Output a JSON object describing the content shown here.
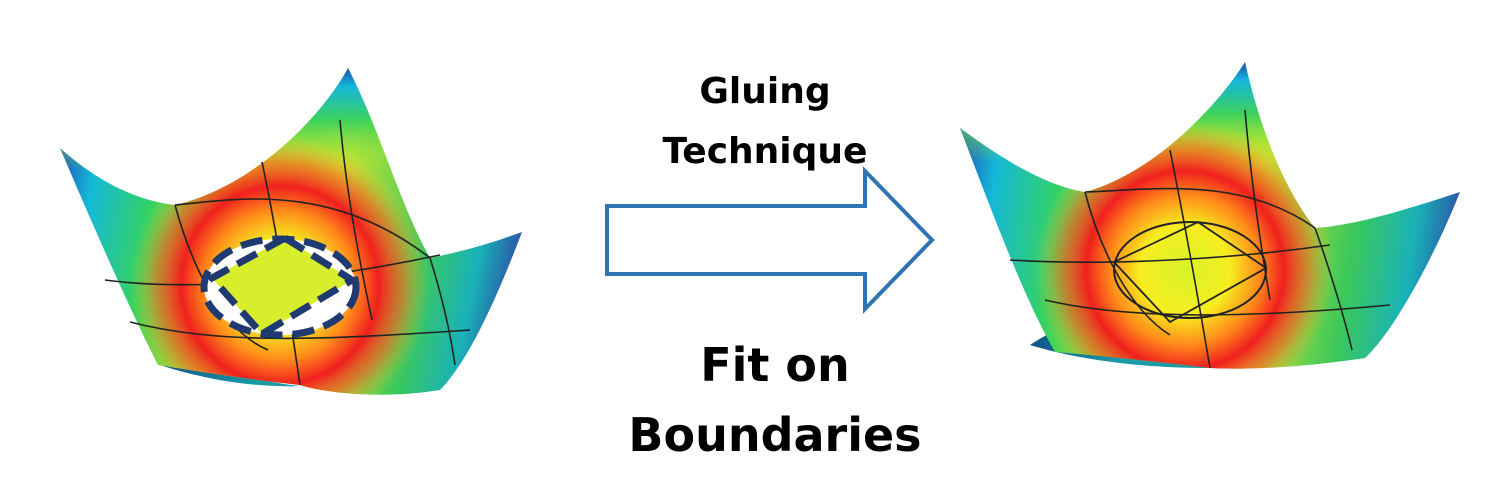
{
  "labels": {
    "top_line1": "Gluing",
    "top_line2": "Technique",
    "bottom_line1": "Fit on",
    "bottom_line2": "Boundaries"
  },
  "colors": {
    "arrow_stroke": "#2e74b5",
    "dashed_boundary": "#1f3a70",
    "mesh_line": "#222222"
  },
  "icons": {
    "left_surface": "colormapped-saddle-surface-with-hole",
    "right_surface": "colormapped-saddle-surface-glued",
    "arrow": "right-arrow-outline"
  }
}
